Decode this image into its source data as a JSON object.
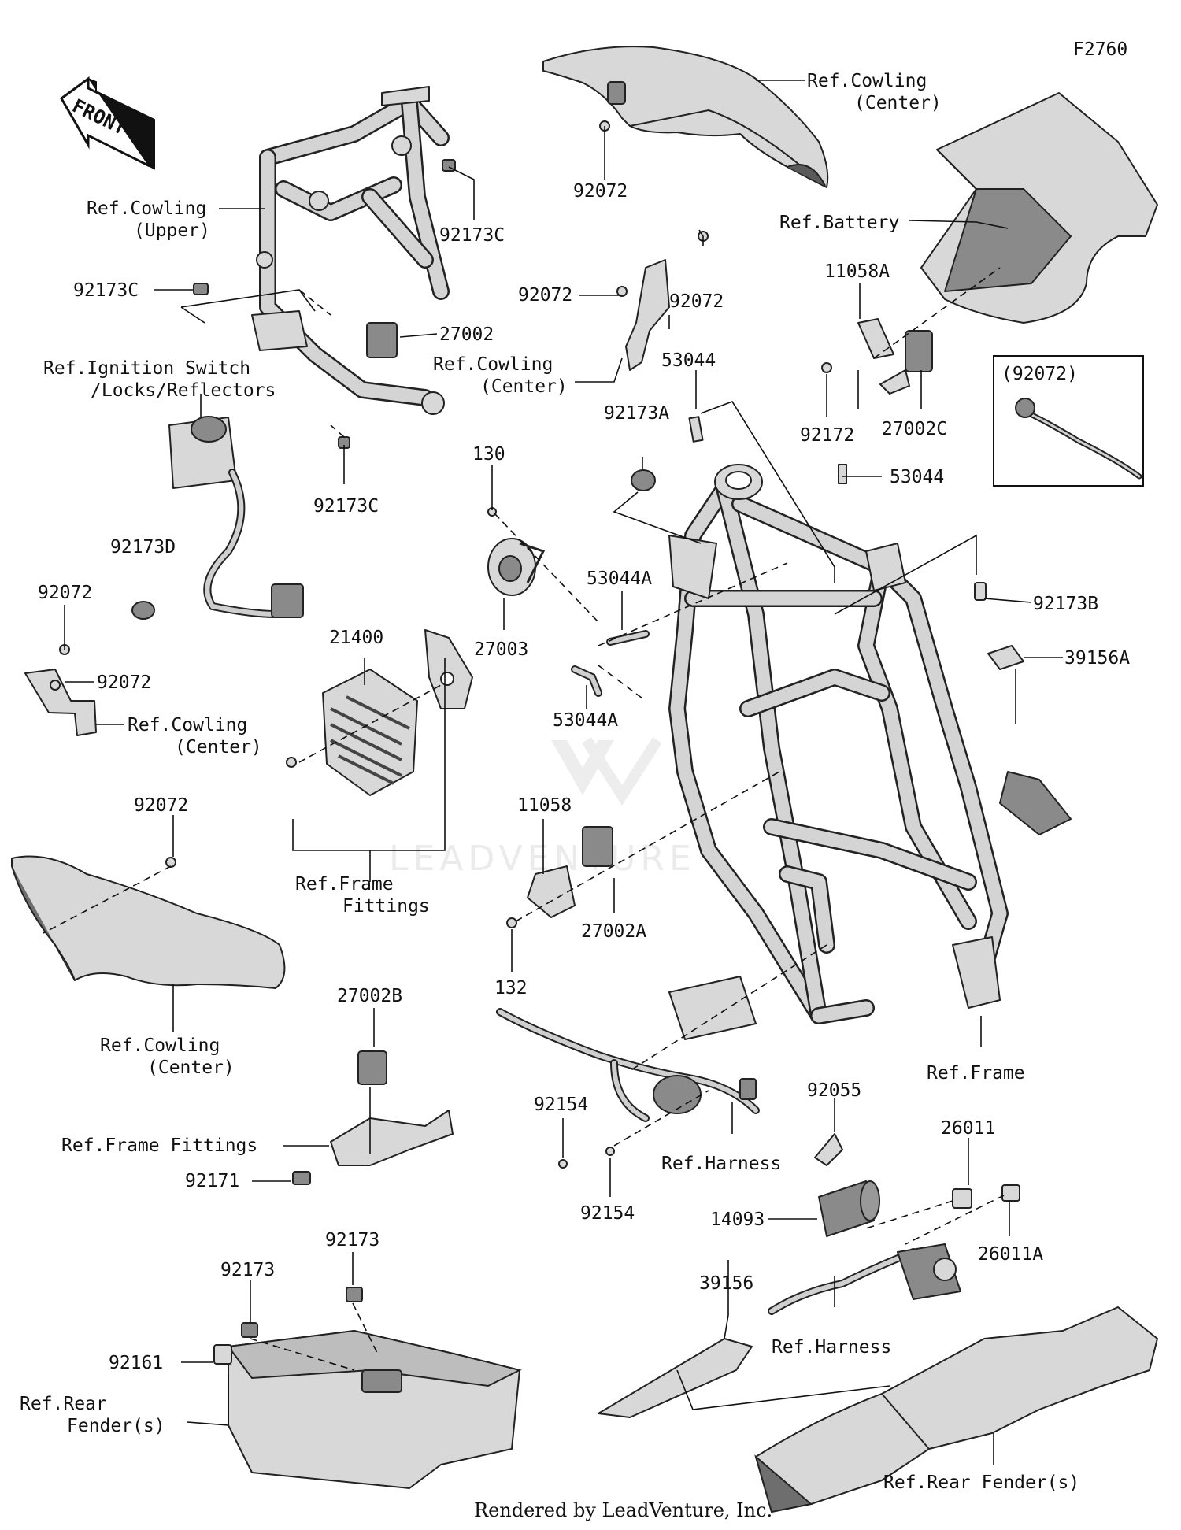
{
  "diagram_code": "F2760",
  "front_label": "FRONT",
  "inset_label": "(92072)",
  "watermark": "LEADVENTURE",
  "credit": "Rendered by LeadVenture, Inc.",
  "labels": {
    "cowling_center_top": "Ref.Cowling\n(Center)",
    "p92072_top": "92072",
    "cowling_upper": "Ref.Cowling\n(Upper)",
    "p92173C_a": "92173C",
    "p92173C_b": "92173C",
    "p92173C_c": "92173C",
    "p27002": "27002",
    "ignition": "Ref.Ignition Switch\n/Locks/Reflectors",
    "p92173D": "92173D",
    "p92072_l1": "92072",
    "p92072_l2": "92072",
    "cowling_center_left": "Ref.Cowling\n(Center)",
    "p92072_m1": "92072",
    "p92072_m2": "92072",
    "cowling_center_mid": "Ref.Cowling\n(Center)",
    "battery": "Ref.Battery",
    "p11058A": "11058A",
    "p92172": "92172",
    "p27002C": "27002C",
    "p53044_a": "53044",
    "p92173A": "92173A",
    "p53044_b": "53044",
    "p92173B": "92173B",
    "p130": "130",
    "p27003": "27003",
    "p53044A_a": "53044A",
    "p53044A_b": "53044A",
    "p39156A": "39156A",
    "p21400": "21400",
    "frame_fittings_a": "Ref.Frame\nFittings",
    "p92072_c": "92072",
    "cowling_center_bottom": "Ref.Cowling\n(Center)",
    "p11058": "11058",
    "p27002A": "27002A",
    "p132": "132",
    "frame": "Ref.Frame",
    "p27002B": "27002B",
    "frame_fittings_b": "Ref.Frame Fittings",
    "p92171": "92171",
    "p92154_a": "92154",
    "p92154_b": "92154",
    "harness_a": "Ref.Harness",
    "p92055": "92055",
    "p26011": "26011",
    "p14093": "14093",
    "p26011A": "26011A",
    "p92173_a": "92173",
    "p92173_b": "92173",
    "p92161": "92161",
    "rear_fender_a": "Ref.Rear\nFender(s)",
    "p39156": "39156",
    "harness_b": "Ref.Harness",
    "rear_fender_b": "Ref.Rear Fender(s)"
  }
}
